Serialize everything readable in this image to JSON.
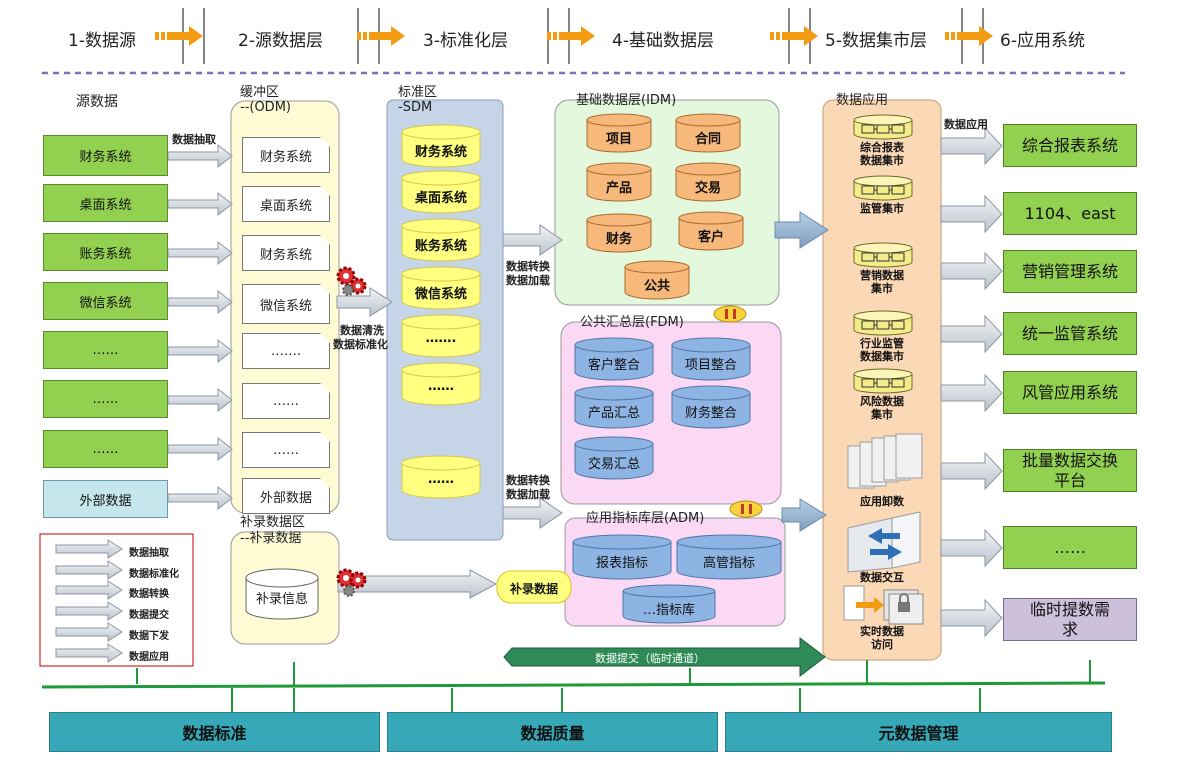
{
  "stages": [
    "1-数据源",
    "2-源数据层",
    "3-标准化层",
    "4-基础数据层",
    "5-数据集市层",
    "6-应用系统"
  ],
  "source": {
    "title": "源数据",
    "items": [
      "财务系统",
      "桌面系统",
      "账务系统",
      "微信系统",
      "……",
      "……",
      "……"
    ],
    "external": "外部数据",
    "extract_label": "数据抽取"
  },
  "odm": {
    "title_line1": "缓冲区",
    "title_line2": "--(ODM)",
    "items": [
      "财务系统",
      "桌面系统",
      "财务系统",
      "微信系统",
      "…….",
      "……",
      "……",
      "外部数据"
    ],
    "clean_label_line1": "数据清洗",
    "clean_label_line2": "数据标准化"
  },
  "supplement": {
    "title_line1": "补录数据区",
    "title_line2": "--补录数据",
    "item": "补录信息",
    "tag": "补录数据"
  },
  "sdm": {
    "title_line1": "标准区",
    "title_line2": "-SDM",
    "items": [
      "财务系统",
      "桌面系统",
      "账务系统",
      "微信系统",
      "…….",
      "……",
      "……"
    ],
    "label1_line1": "数据转换",
    "label1_line2": "数据加载",
    "label2_line1": "数据转换",
    "label2_line2": "数据加载"
  },
  "idm": {
    "title": "基础数据层(IDM)",
    "items": [
      "项目",
      "合同",
      "产品",
      "交易",
      "财务",
      "客户",
      "公共"
    ]
  },
  "fdm": {
    "title": "公共汇总层(FDM)",
    "items": [
      "客户整合",
      "项目整合",
      "产品汇总",
      "财务整合",
      "交易汇总"
    ]
  },
  "adm": {
    "title": "应用指标库层(ADM)",
    "items": [
      "报表指标",
      "高管指标",
      "…指标库"
    ]
  },
  "app": {
    "title": "数据应用",
    "marts": [
      "综合报表\n数据集市",
      "监管集市",
      "营销数据\n集市",
      "行业监管\n数据集市",
      "风险数据\n集市"
    ],
    "unload": "应用卸数",
    "exchange": "数据交互",
    "realtime": "实时数据\n访问",
    "app_label": "数据应用"
  },
  "outputs": [
    "综合报表系统",
    "1104、east",
    "营销管理系统",
    "统一监管系统",
    "风管应用系统",
    "批量数据交换\n平台",
    "……",
    "临时提数需\n求"
  ],
  "submit_channel": "数据提交（临时通道）",
  "legend": [
    "数据抽取",
    "数据标准化",
    "数据转换",
    "数据提交",
    "数据下发",
    "数据应用"
  ],
  "bottom": [
    "数据标准",
    "数据质量",
    "元数据管理"
  ],
  "colors": {
    "green": "#92d050",
    "teal": "#36a8b7",
    "orange_arrow": "#f39c12",
    "cyl_yellow": "#ffff80",
    "cyl_orange": "#f7b97b",
    "cyl_blue": "#8db4e2",
    "lavender": "#ccc0da"
  }
}
